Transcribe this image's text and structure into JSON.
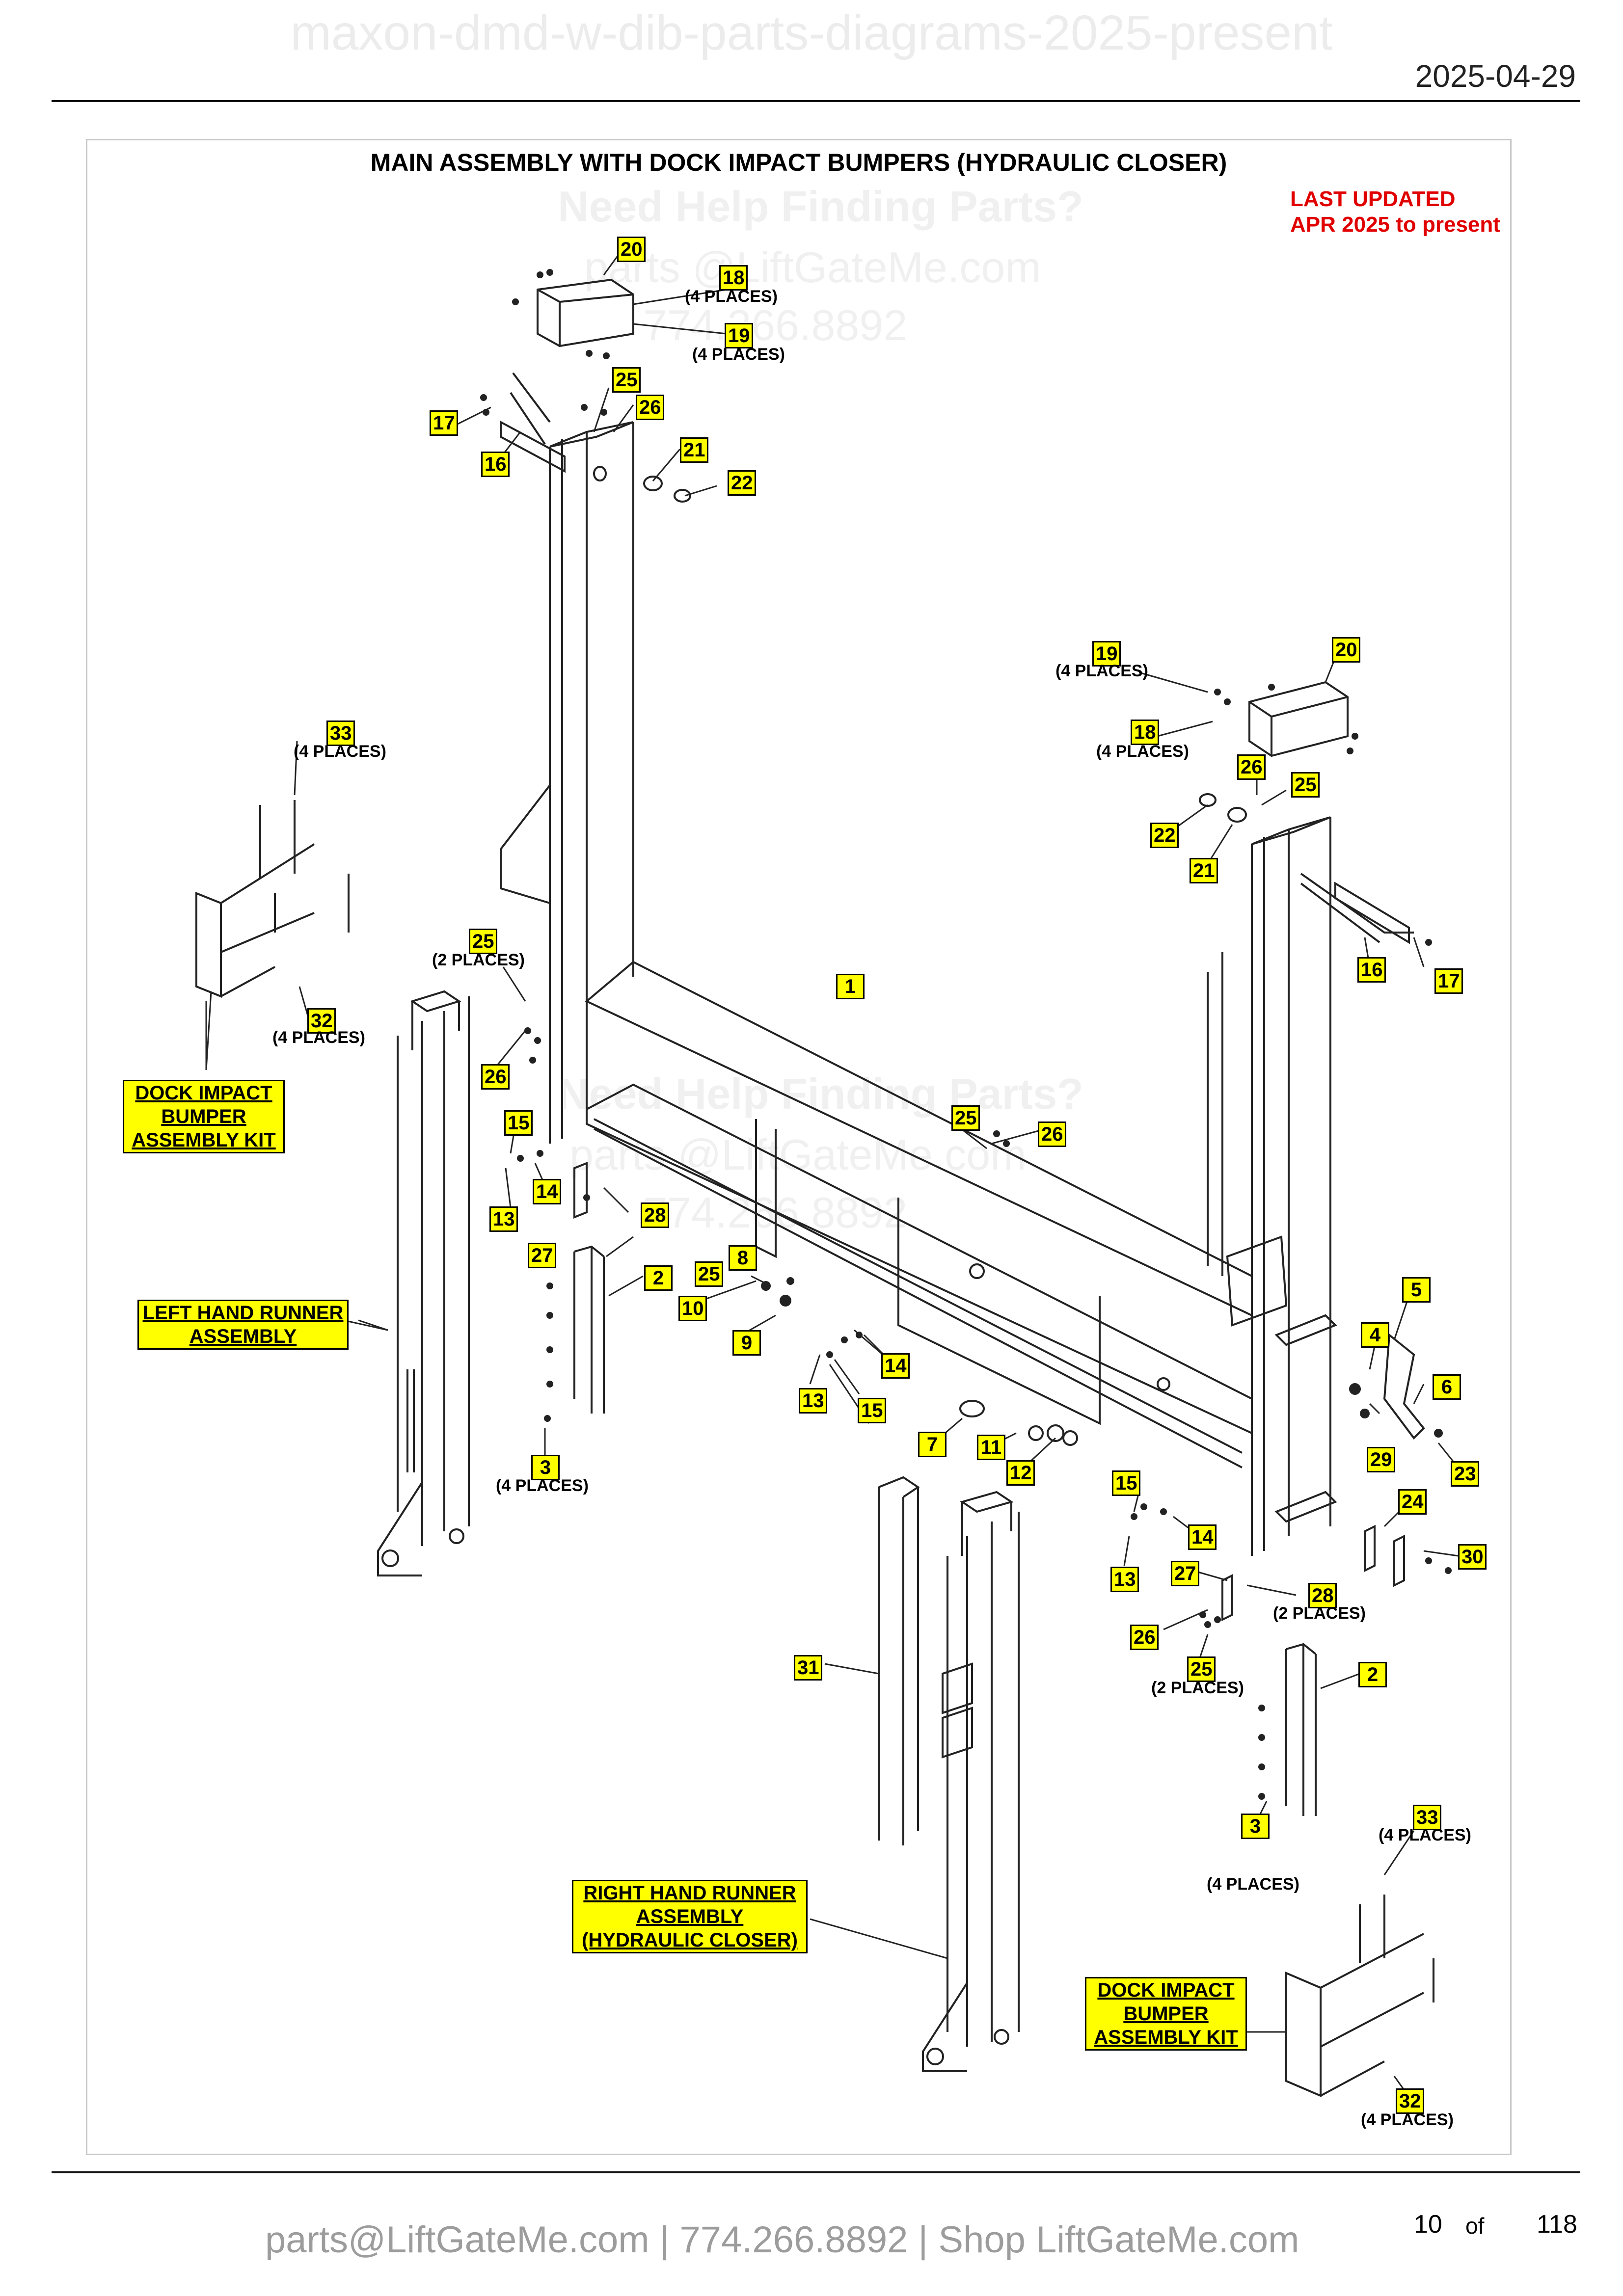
{
  "header": {
    "doc_title": "maxon-dmd-w-dib-parts-diagrams-2025-present",
    "date": "2025-04-29"
  },
  "diagram": {
    "title": "MAIN ASSEMBLY WITH DOCK IMPACT BUMPERS (HYDRAULIC CLOSER)",
    "last_updated_line1": "LAST UPDATED",
    "last_updated_line2": "APR 2025 to present",
    "help_line1": "Need Help Finding Parts?",
    "help_line2": "parts @LiftGateMe.com",
    "help_line3": "774.266.8892",
    "places_4": "(4 PLACES)",
    "places_2": "(2 PLACES)",
    "kit_left": "DOCK IMPACT BUMPER ASSEMBLY KIT",
    "kit_right": "DOCK IMPACT BUMPER ASSEMBLY KIT",
    "left_runner": "LEFT HAND RUNNER ASSEMBLY",
    "right_runner": "RIGHT HAND RUNNER ASSEMBLY (HYDRAULIC CLOSER)"
  },
  "footer": {
    "contact": "parts@LiftGateMe.com | 774.266.8892 | Shop LiftGateMe.com",
    "page": "10",
    "of": "of",
    "total": "118"
  },
  "callouts": [
    "20",
    "18",
    "19",
    "25",
    "26",
    "17",
    "16",
    "21",
    "22",
    "19",
    "20",
    "18",
    "26",
    "25",
    "22",
    "21",
    "16",
    "17",
    "33",
    "32",
    "25",
    "26",
    "1",
    "15",
    "14",
    "13",
    "28",
    "27",
    "2",
    "25",
    "8",
    "10",
    "9",
    "25",
    "26",
    "14",
    "13",
    "15",
    "5",
    "4",
    "6",
    "29",
    "23",
    "7",
    "11",
    "12",
    "15",
    "14",
    "13",
    "24",
    "30",
    "27",
    "28",
    "26",
    "25",
    "2",
    "3",
    "3",
    "31",
    "33",
    "32"
  ],
  "colors": {
    "tag": "#ffff00",
    "updated": "#e00000",
    "footer": "#9c9c9c"
  }
}
